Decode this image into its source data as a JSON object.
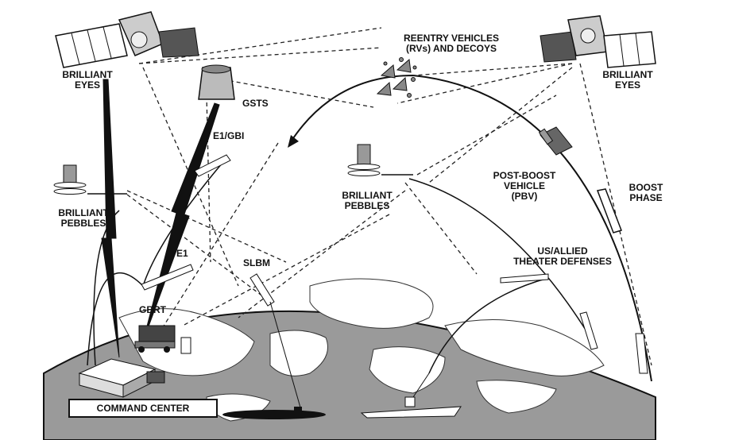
{
  "labels": {
    "brilliant_eyes_left": [
      "BRILLIANT",
      "EYES"
    ],
    "brilliant_eyes_right": [
      "BRILLIANT",
      "EYES"
    ],
    "gsts": "GSTS",
    "reentry": [
      "REENTRY VEHICLES",
      "(RVs) AND DECOYS"
    ],
    "e1_gbi": "E1/GBI",
    "brilliant_pebbles_left": [
      "BRILLIANT",
      "PEBBLES"
    ],
    "brilliant_pebbles_center": [
      "BRILLIANT",
      "PEBBLES"
    ],
    "post_boost": [
      "POST-BOOST",
      "VEHICLE",
      "(PBV)"
    ],
    "boost_phase": [
      "BOOST",
      "PHASE"
    ],
    "e1": "E1",
    "slbm": "SLBM",
    "gbrt": "GBRT",
    "theater": [
      "US/ALLIED",
      "THEATER DEFENSES"
    ],
    "command_center": "COMMAND CENTER"
  }
}
